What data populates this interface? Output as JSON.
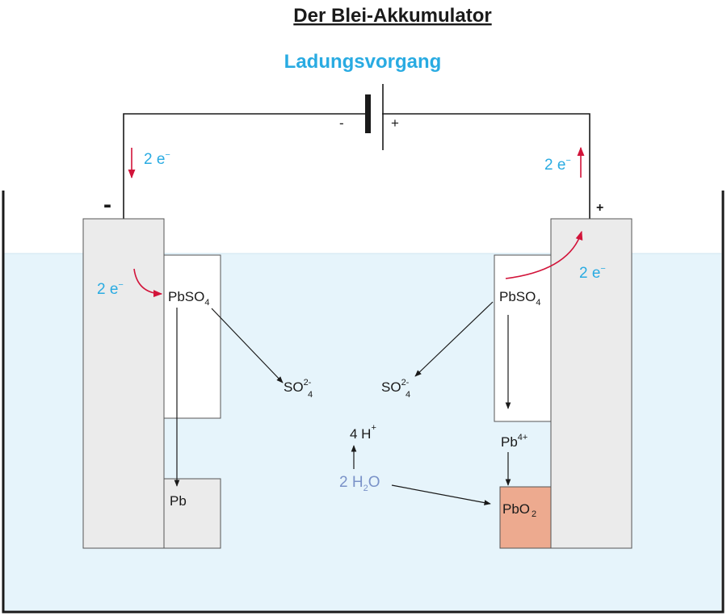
{
  "title": "Der Blei-Akkumulator",
  "subtitle": "Ladungsvorgang",
  "battery": {
    "minus": "-",
    "plus": "+"
  },
  "terminals": {
    "negative": "-",
    "positive": "+"
  },
  "electrons": {
    "coeff": "2 e",
    "sup": "−"
  },
  "species": {
    "pbso4_base": "PbSO",
    "pbso4_sub": "4",
    "so4_base": "SO",
    "so4_sub": "4",
    "so4_sup": "2-",
    "pb": "Pb",
    "h_base": "4 H",
    "h_sup": "+",
    "h2o_pre": "2 H",
    "h2o_sub": "2",
    "h2o_post": "O",
    "pb4_base": "Pb",
    "pb4_sup": "4+",
    "pbo2_pre": "PbO",
    "pbo2_sub": "2"
  },
  "colors": {
    "electrolyte": "#e6f4fb",
    "electrode": "#ebebeb",
    "pbo2": "#edaa8f",
    "arrow_red": "#d2143a",
    "text_cyan": "#29abe2",
    "text_blue": "#7a92c8"
  }
}
